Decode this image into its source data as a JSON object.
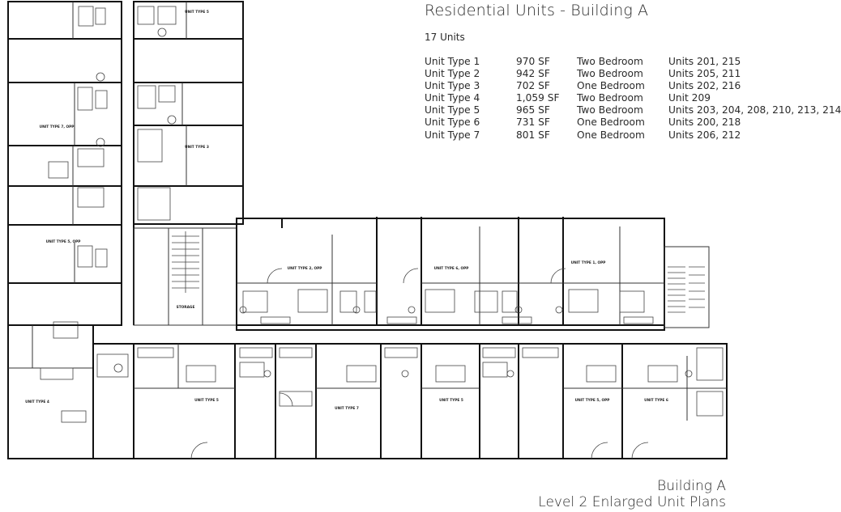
{
  "header": {
    "title": "Residential Units - Building A",
    "unit_count": "17 Units"
  },
  "schedule": [
    {
      "type": "Unit Type 1",
      "area": "970 SF",
      "bedrooms": "Two Bedroom",
      "units": "Units 201, 215"
    },
    {
      "type": "Unit Type 2",
      "area": "942 SF",
      "bedrooms": "Two Bedroom",
      "units": "Units 205, 211"
    },
    {
      "type": "Unit Type 3",
      "area": "702 SF",
      "bedrooms": "One Bedroom",
      "units": "Units 202, 216"
    },
    {
      "type": "Unit Type 4",
      "area": "1,059 SF",
      "bedrooms": "Two Bedroom",
      "units": "Unit 209"
    },
    {
      "type": "Unit Type 5",
      "area": "965 SF",
      "bedrooms": "Two Bedroom",
      "units": "Units 203, 204, 208, 210, 213, 214"
    },
    {
      "type": "Unit Type 6",
      "area": "731 SF",
      "bedrooms": "One Bedroom",
      "units": "Units 200, 218"
    },
    {
      "type": "Unit Type 7",
      "area": "801 SF",
      "bedrooms": "One Bedroom",
      "units": "Units 206, 212"
    }
  ],
  "plan_labels": {
    "l_top_right": "UNIT TYPE 5",
    "l_type7_opp": "UNIT TYPE 7, OPP",
    "l_type3_left": "UNIT TYPE 3",
    "l_type5_opp_left": "UNIT TYPE 5, OPP",
    "l_type4": "UNIT TYPE 4",
    "l_storage": "STORAGE",
    "l_type2_opp": "UNIT TYPE 2, OPP",
    "l_type6_opp": "UNIT TYPE 6, OPP",
    "l_type1_opp": "UNIT TYPE 1, OPP",
    "l_type5_a": "UNIT TYPE 5",
    "l_type7": "UNIT TYPE 7",
    "l_type5_b": "UNIT TYPE 5",
    "l_type5_opp": "UNIT TYPE 5, OPP",
    "l_type6": "UNIT TYPE 6"
  },
  "footer": {
    "building": "Building A",
    "subtitle": "Level 2 Enlarged Unit Plans"
  }
}
